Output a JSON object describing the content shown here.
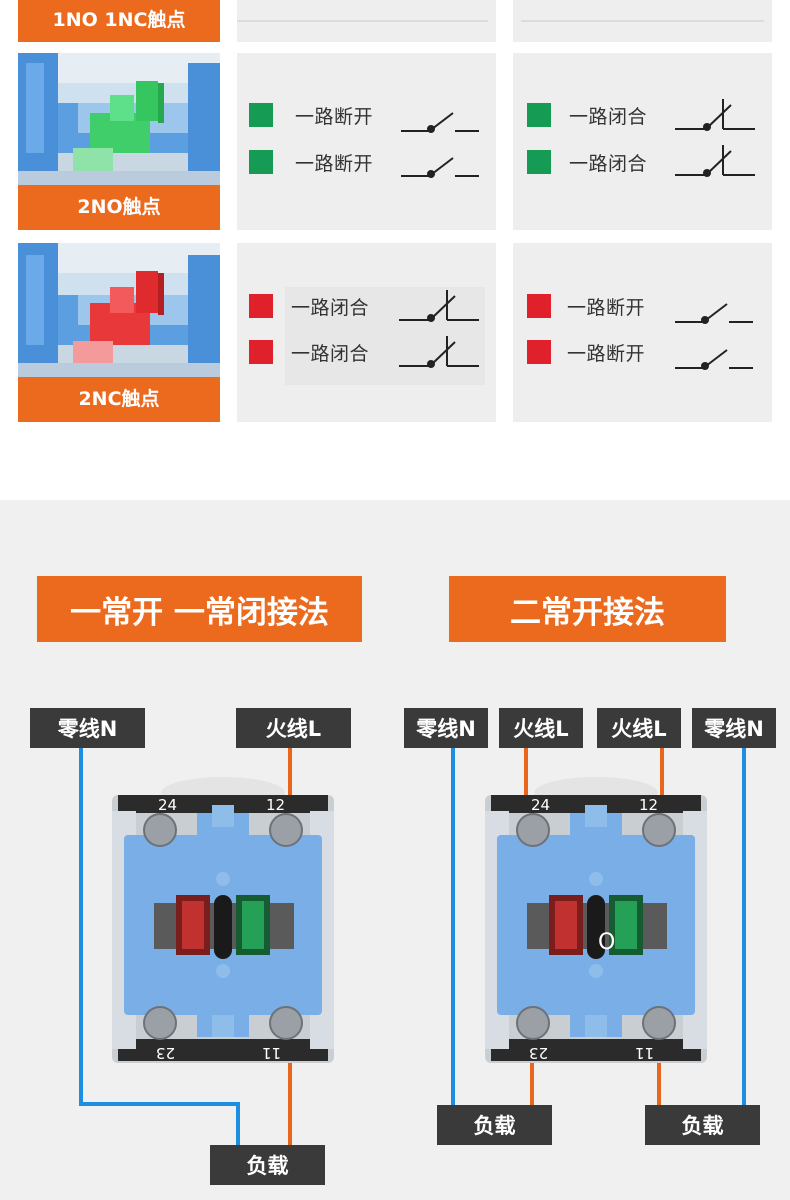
{
  "rows": [
    {
      "label": "1NO 1NC触点"
    },
    {
      "label": "2NO触点",
      "left_panel": {
        "color": "#169b55",
        "lines": [
          "一路断开",
          "一路断开"
        ]
      },
      "right_panel": {
        "color": "#169b55",
        "lines": [
          "一路闭合",
          "一路闭合"
        ]
      }
    },
    {
      "label": "2NC触点",
      "left_panel": {
        "color": "#e0202a",
        "lines": [
          "一路闭合",
          "一路闭合"
        ]
      },
      "right_panel": {
        "color": "#e0202a",
        "lines": [
          "一路断开",
          "一路断开"
        ]
      }
    }
  ],
  "wiring": {
    "left": {
      "title": "一常开 一常闭接法",
      "labels": {
        "neutral": "零线N",
        "live": "火线L",
        "load": "负载"
      },
      "terminals": {
        "top_left": "24",
        "top_right": "12",
        "bottom_left": "23",
        "bottom_right": "11"
      }
    },
    "right": {
      "title": "二常开接法",
      "labels": {
        "neutral_left": "零线N",
        "live_left": "火线L",
        "live_right": "火线L",
        "neutral_right": "零线N",
        "load_left": "负载",
        "load_right": "负载"
      },
      "terminals": {
        "top_left": "24",
        "top_right": "12",
        "bottom_left": "23",
        "bottom_right": "11"
      },
      "indicator": "O"
    }
  },
  "colors": {
    "orange": "#ec6a1e",
    "blue_wire": "#1e8fe0",
    "orange_wire": "#e8661e",
    "label_dark": "#3a3a3a",
    "green": "#169b55",
    "red": "#e0202a"
  }
}
